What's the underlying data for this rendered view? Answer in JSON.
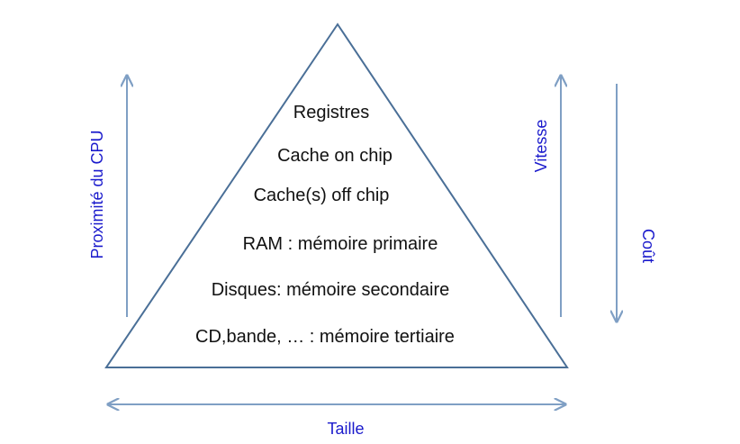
{
  "levels": [
    "Registres",
    "Cache on chip",
    "Cache(s) off chip",
    "RAM : mémoire primaire",
    "Disques: mémoire secondaire",
    "CD,bande, … : mémoire tertiaire"
  ],
  "axes": {
    "left": "Proximité du CPU",
    "right_up": "Vitesse",
    "right_down": "Coût",
    "bottom": "Taille"
  },
  "colors": {
    "triangle_stroke": "#4a6f97",
    "arrow": "#7f9fc4",
    "label_text": "#1a1acc",
    "level_text": "#111111"
  }
}
